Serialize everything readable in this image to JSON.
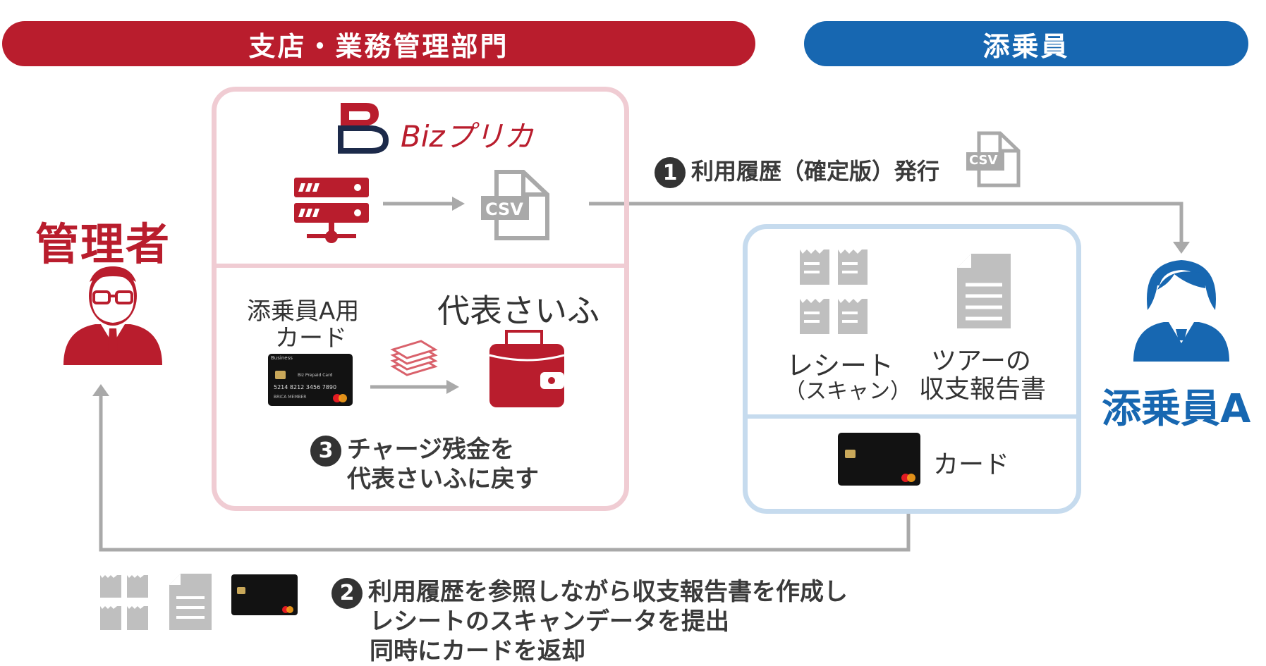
{
  "header": {
    "branch_label": "支店・業務管理部門",
    "attendant_label": "添乗員"
  },
  "manager": {
    "label": "管理者"
  },
  "attendant": {
    "label": "添乗員A"
  },
  "bizprica": {
    "logo_text": "Bizプリカ",
    "csv_label": "CSV"
  },
  "pink_lower": {
    "card_label_line1": "添乗員A用",
    "card_label_line2": "カード",
    "wallet_label": "代表さいふ",
    "step3_number": "3",
    "step3_line1": "チャージ残金を",
    "step3_line2": "代表さいふに戻す"
  },
  "step1": {
    "number": "1",
    "text": "利用履歴（確定版）発行",
    "csv_label": "CSV"
  },
  "blue_box": {
    "receipt_line1": "レシート",
    "receipt_line2": "（スキャン）",
    "report_line1": "ツアーの",
    "report_line2": "収支報告書",
    "card_label": "カード"
  },
  "step2": {
    "number": "2",
    "line1": "利用履歴を参照しながら収支報告書を作成し",
    "line2": "レシートのスキャンデータを提出",
    "line3": "同時にカードを返却"
  },
  "card": {
    "brand_top": "Business",
    "product": "Biz Prepaid Card",
    "number": "5214 8212 3456 7890",
    "holder": "BRICA MEMBER"
  },
  "colors": {
    "red": "#b91d2d",
    "blue": "#1767b1",
    "pink_border": "#f0ccd3",
    "blue_border": "#c6dbee",
    "arrow_gray": "#a9a9a9",
    "icon_gray": "#bfbfbf",
    "logo_navy": "#1c2a4a"
  }
}
